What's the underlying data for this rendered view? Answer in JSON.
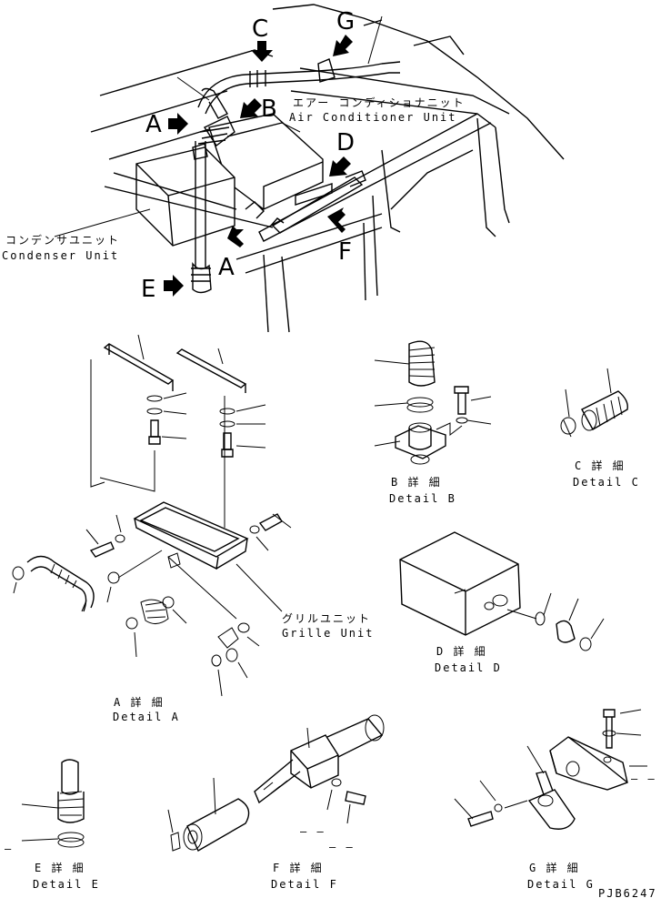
{
  "letters": {
    "A1": "A",
    "A2": "A",
    "B": "B",
    "C": "C",
    "D": "D",
    "E": "E",
    "F": "F",
    "G": "G"
  },
  "units": {
    "aircon_jp": "エアー コンディショナニット",
    "aircon_en": "Air Conditioner Unit",
    "condenser_jp": "コンデンサユニット",
    "condenser_en": "Condenser Unit",
    "grille_jp": "グリルユニット",
    "grille_en": "Grille Unit"
  },
  "details": {
    "A_jp": "A 詳 細",
    "A_en": "Detail A",
    "B_jp": "B 詳 細",
    "B_en": "Detail B",
    "C_jp": "C 詳 細",
    "C_en": "Detail C",
    "D_jp": "D 詳 細",
    "D_en": "Detail D",
    "E_jp": "E 詳 細",
    "E_en": "Detail E",
    "F_jp": "F 詳 細",
    "F_en": "Detail F",
    "G_jp": "G 詳 細",
    "G_en": "Detail G"
  },
  "doc_code": "PJB6247",
  "dash_marks": {
    "f1": "– –",
    "f2": "– –",
    "e": "–",
    "g": "– –"
  }
}
